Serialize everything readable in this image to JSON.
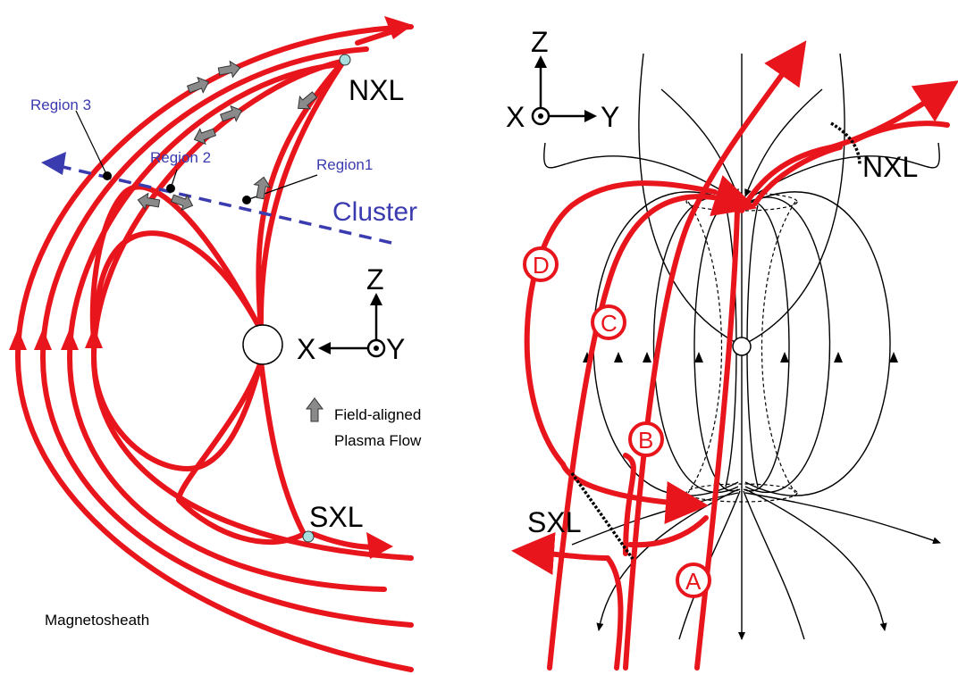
{
  "left_panel": {
    "nxl": "NXL",
    "sxl": "SXL",
    "region1": "Region1",
    "region2": "Region 2",
    "region3": "Region 3",
    "cluster": "Cluster",
    "axis_z": "Z",
    "axis_x": "X",
    "axis_y": "Y",
    "legend_line1": "Field-aligned",
    "legend_line2": "Plasma Flow",
    "magnetosheath": "Magnetosheath"
  },
  "right_panel": {
    "nxl": "NXL",
    "sxl": "SXL",
    "axis_z": "Z",
    "axis_x": "X",
    "axis_y": "Y",
    "marker_a": "A",
    "marker_b": "B",
    "marker_c": "C",
    "marker_d": "D"
  },
  "colors": {
    "field_line": "#e8161c",
    "cluster_path": "#3b3bb0",
    "flow_arrow": "#8a8a8a"
  }
}
